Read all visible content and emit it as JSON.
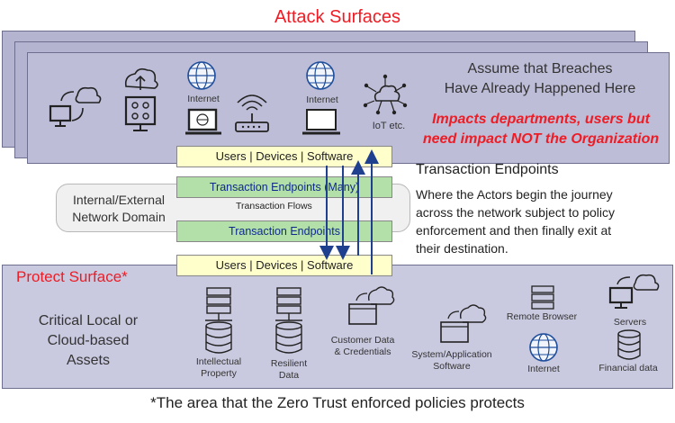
{
  "attack": {
    "title": "Attack Surfaces",
    "assume": [
      "Assume that Breaches",
      "Have Already Happened Here"
    ],
    "impacts": [
      "Impacts departments, users but",
      "need impact NOT the Organization"
    ],
    "labels": {
      "internet1": "Internet",
      "internet2": "Internet",
      "iot": "IoT etc."
    }
  },
  "middle": {
    "top_bar": "Users | Devices | Software",
    "green_many": "Transaction Endpoints (Many)",
    "flows": "Transaction   Flows",
    "green_bottom": "Transaction Endpoints",
    "bottom_bar": "Users | Devices | Software",
    "domain": [
      "Internal/External",
      "Network Domain"
    ],
    "te_title": "Transaction Endpoints",
    "te_desc": [
      "Where the Actors begin the journey",
      "across the network subject to policy",
      "enforcement and then finally exit  at",
      "their  destination."
    ]
  },
  "protect": {
    "title": "Protect Surface*",
    "critical": [
      "Critical Local or",
      "Cloud-based",
      "Assets"
    ],
    "items": {
      "ip": [
        "Intellectual",
        "Property"
      ],
      "resilient": [
        "Resilient",
        "Data"
      ],
      "customer": [
        "Customer Data",
        "& Credentials"
      ],
      "system": [
        "System/Application",
        "Software"
      ],
      "remote": "Remote Browser",
      "internet": "Internet",
      "servers": "Servers",
      "financial": "Financial data"
    }
  },
  "footnote": "*The area that the Zero Trust enforced policies protects",
  "colors": {
    "red": "#ee1c24",
    "layer": "#bdbdd8",
    "green": "#b3e0a8",
    "yellow": "#ffffcc",
    "arrow": "#1f3f8f"
  }
}
